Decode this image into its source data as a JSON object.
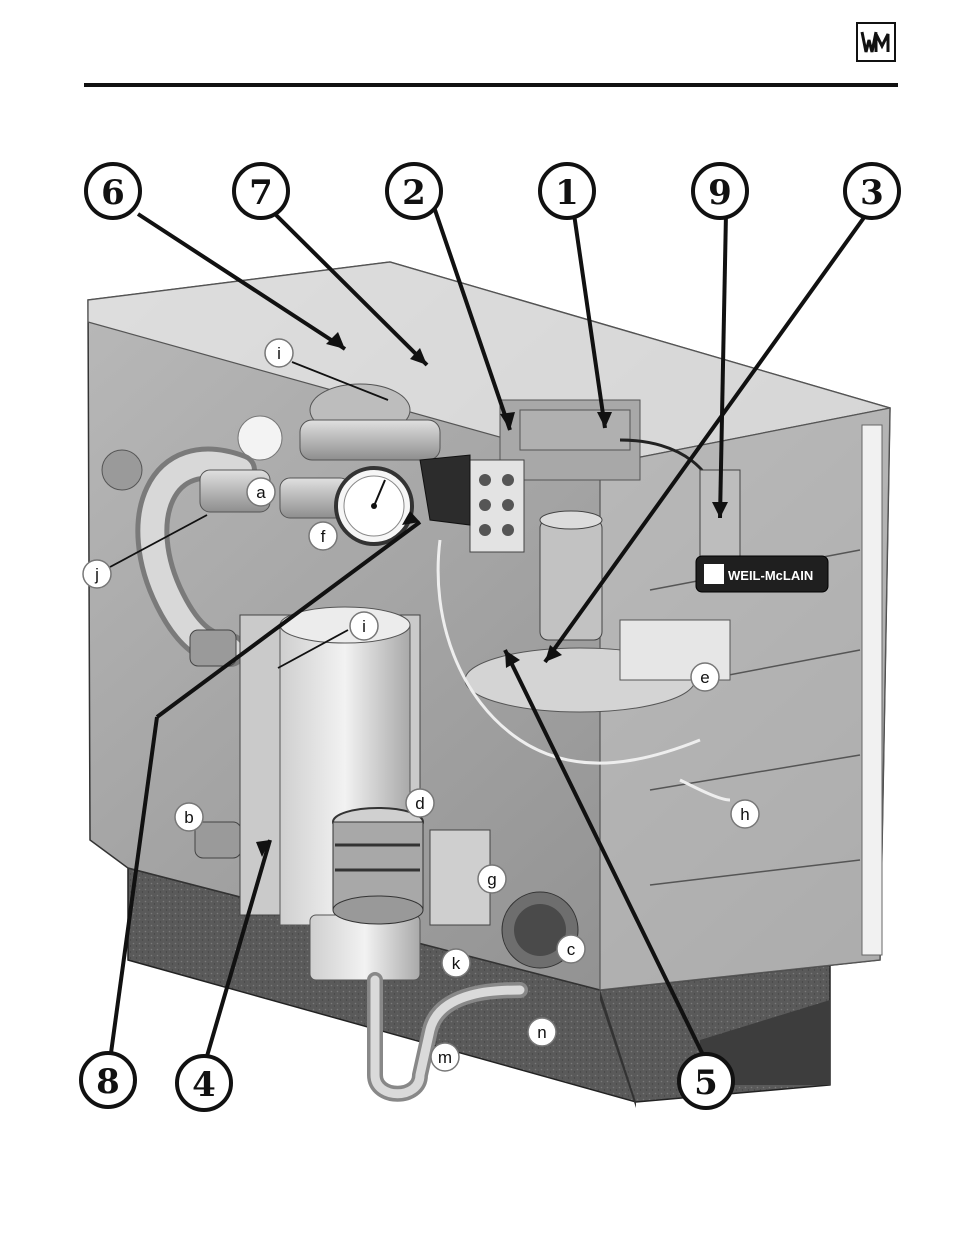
{
  "header": {
    "logo_text": "WM"
  },
  "diagram": {
    "badge_text": "WEIL-McLAIN",
    "gauge_icon": "pressure-gauge-icon",
    "numbers": [
      "6",
      "7",
      "2",
      "1",
      "9",
      "3",
      "8",
      "4",
      "5"
    ],
    "letters": [
      "i",
      "a",
      "f",
      "j",
      "i",
      "e",
      "d",
      "b",
      "g",
      "h",
      "c",
      "k",
      "n",
      "m"
    ]
  }
}
